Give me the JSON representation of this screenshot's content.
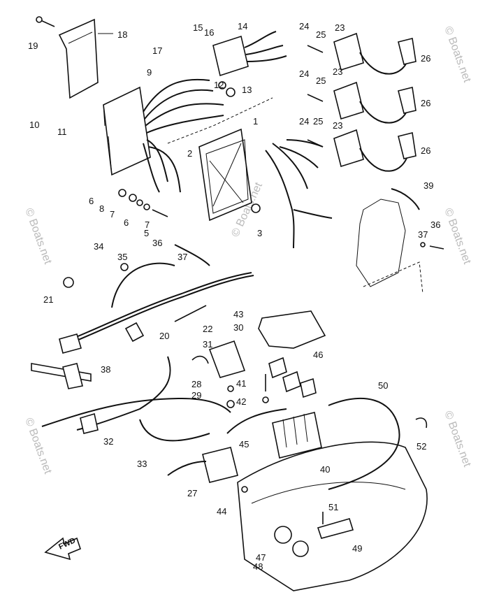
{
  "diagram": {
    "callouts": [
      "1",
      "2",
      "3",
      "5",
      "6",
      "6",
      "7",
      "7",
      "8",
      "9",
      "10",
      "11",
      "12",
      "13",
      "14",
      "15",
      "16",
      "17",
      "18",
      "19",
      "20",
      "21",
      "22",
      "23",
      "23",
      "23",
      "24",
      "24",
      "24",
      "25",
      "25",
      "25",
      "26",
      "26",
      "26",
      "27",
      "28",
      "29",
      "30",
      "31",
      "32",
      "33",
      "34",
      "35",
      "36",
      "36",
      "37",
      "37",
      "38",
      "39",
      "40",
      "41",
      "42",
      "43",
      "44",
      "45",
      "46",
      "47",
      "48",
      "49",
      "50",
      "51",
      "52"
    ],
    "watermark": "© Boats.net",
    "fwd_label": "FWD"
  }
}
